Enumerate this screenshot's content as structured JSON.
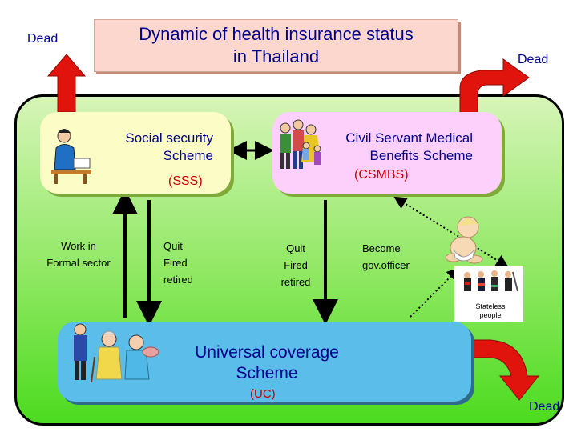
{
  "title": "Dynamic of health insurance status\nin Thailand",
  "dead_labels": [
    "Dead",
    "Dead",
    "Dead"
  ],
  "sss": {
    "title": "Social security\nScheme",
    "abbr": "(SSS)"
  },
  "csmbs": {
    "title": "Civil Servant Medical\nBenefits  Scheme",
    "abbr": "(CSMBS)"
  },
  "uc": {
    "title": "Universal coverage\nScheme",
    "abbr": "(UC)"
  },
  "transitions": {
    "work_formal": "Work in\nFormal sector",
    "sss_to_uc": "Quit\nFired\nretired",
    "csmbs_to_uc": "Quit\nFired\nretired",
    "become_gov": "Become\ngov.officer"
  },
  "stateless": "Stateless\npeople",
  "colors": {
    "title_text": "#00008b",
    "abbr_text": "#cc0000",
    "arrow_red": "#e0140c",
    "panel_green": "#4cdb1f",
    "uc_blue": "#5bbdea"
  },
  "icons": [
    "office-worker-icon",
    "family-group-icon",
    "elderly-people-icon",
    "baby-icon",
    "stateless-people-icon"
  ]
}
